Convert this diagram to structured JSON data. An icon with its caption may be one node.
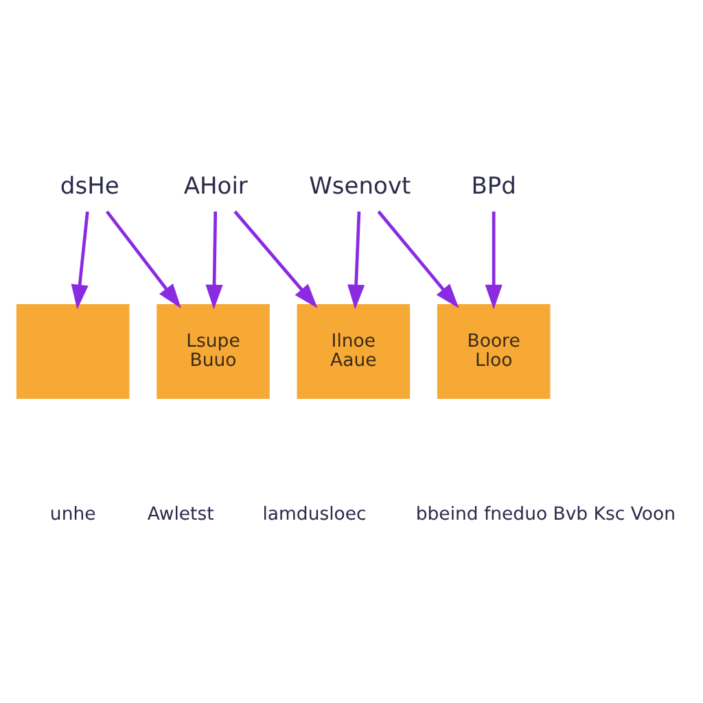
{
  "diagram": {
    "nodes": [
      {
        "text": [
          "dsHe"
        ]
      },
      {
        "text": [
          "AHoir"
        ]
      },
      {
        "text": [
          "Wsenovt"
        ]
      },
      {
        "text": [
          "BPd"
        ]
      },
      {
        "text": [],
        "shape": "box"
      },
      {
        "text": [
          "Lsupe",
          "Buuo"
        ]
      },
      {
        "text": [
          "Ilnoe",
          "Aaue"
        ]
      },
      {
        "text": [
          "Boore",
          "Lloo"
        ]
      }
    ],
    "edges": [
      {
        "from": 0,
        "to": 4,
        "arrow": "to"
      },
      {
        "from": 0,
        "to": 5,
        "arrow": "to"
      },
      {
        "from": 1,
        "to": 5,
        "arrow": "to"
      },
      {
        "from": 1,
        "to": 6,
        "arrow": "to"
      },
      {
        "from": 2,
        "to": 6,
        "arrow": "to"
      },
      {
        "from": 2,
        "to": 7,
        "arrow": "to"
      },
      {
        "from": 3,
        "to": 7,
        "arrow": "to"
      }
    ],
    "labels": [
      "unhe",
      "Awletst",
      "lamdusloec",
      "bbeind fneduo Bvb Ksc Voon"
    ]
  }
}
